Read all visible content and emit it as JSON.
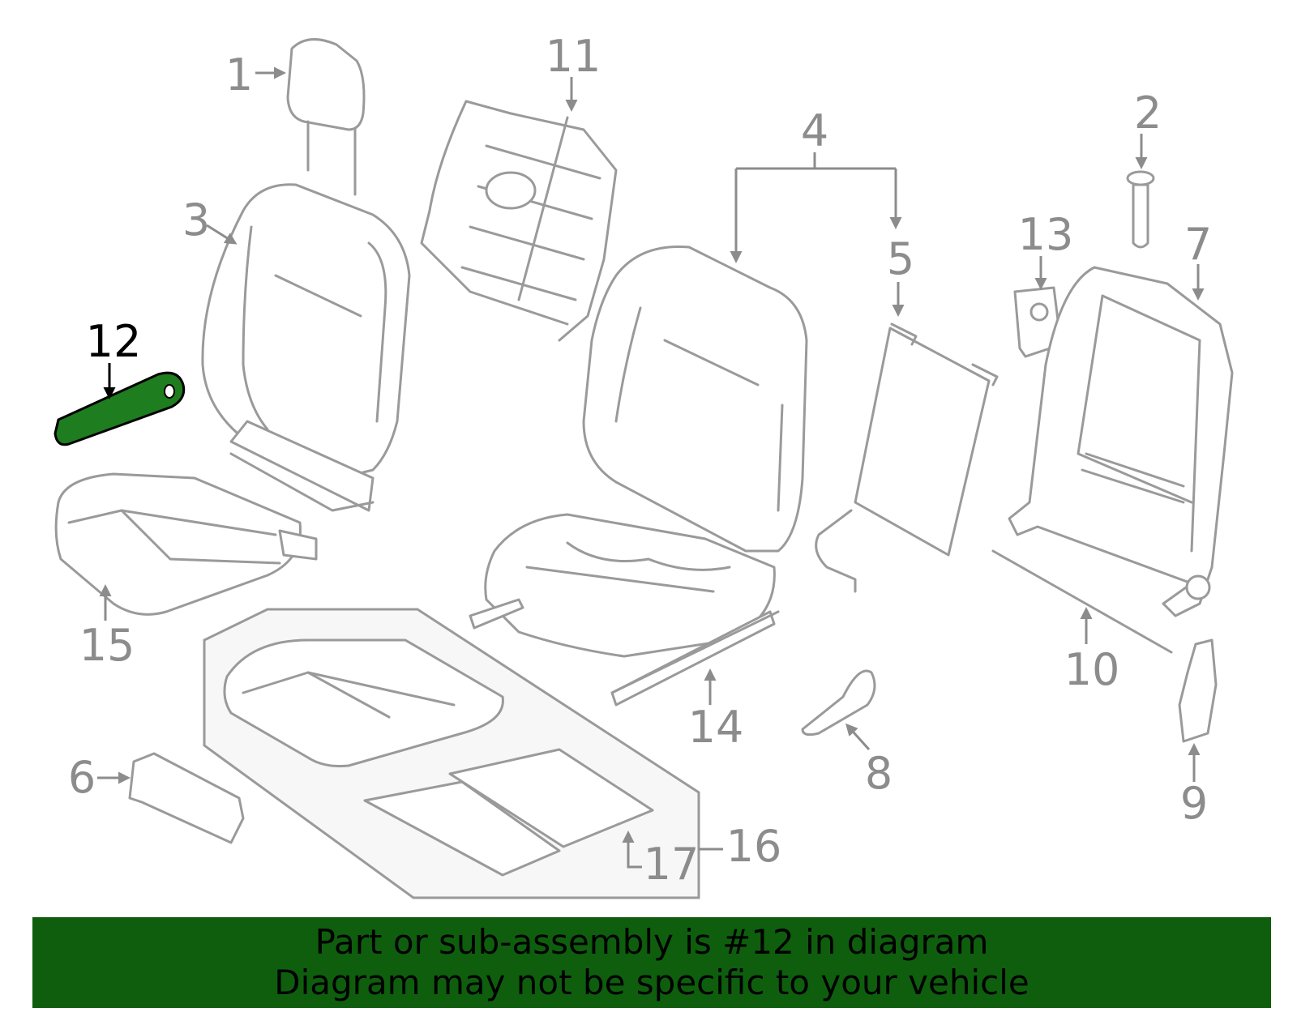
{
  "diagram": {
    "highlighted_part": "12",
    "highlight_color": "#1e7d1e",
    "callouts": [
      "1",
      "2",
      "3",
      "4",
      "5",
      "6",
      "7",
      "8",
      "9",
      "10",
      "11",
      "12",
      "13",
      "14",
      "15",
      "16",
      "17"
    ]
  },
  "banner": {
    "background": "#0e5e0e",
    "line1": "Part or sub-assembly is #12 in diagram",
    "line2": "Diagram may not be specific to your vehicle"
  }
}
